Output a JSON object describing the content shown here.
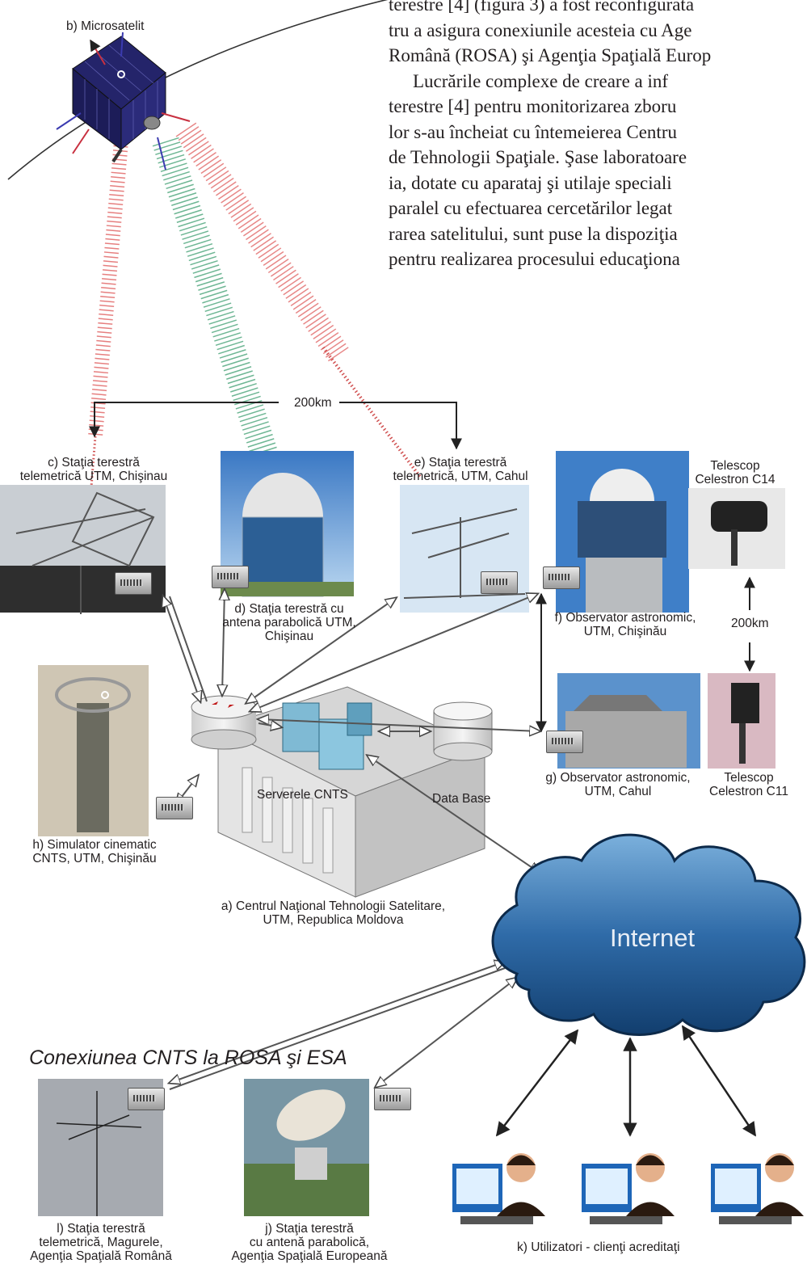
{
  "paragraph": {
    "lines": [
      "terestre [4] (figura 3) a fost reconfigurată",
      "tru a asigura conexiunile acesteia cu Age",
      "Română (ROSA) şi Agenţia Spaţială Europ",
      "Lucrările complexe de creare a inf",
      "terestre [4] pentru monitorizarea zboru",
      "lor s-au încheiat cu întemeierea Centru",
      "de Tehnologii Spaţiale. Şase laboratoare",
      "ia, dotate cu aparataj şi utilaje speciali",
      "paralel cu efectuarea cercetărilor legat",
      "rarea satelitului, sunt puse la dispoziţia",
      "pentru realizarea procesului educaţiona"
    ]
  },
  "labels": {
    "microsatelit": "b) Microsatelit",
    "distance_top": "200km",
    "distance_right": "200km",
    "c": [
      "c) Staţia terestră",
      "telemetrică UTM, Chişinau"
    ],
    "d": [
      "d) Staţia terestră cu",
      "antena parabolică UTM,",
      "Chişinau"
    ],
    "e": [
      "e) Staţia terestră",
      "telemetrică, UTM, Cahul"
    ],
    "f": [
      "f) Observator astronomic,",
      "UTM, Chişinău"
    ],
    "g": [
      "g) Observator astronomic,",
      "UTM, Cahul"
    ],
    "tel14": [
      "Telescop",
      "Celestron C14"
    ],
    "tel11": [
      "Telescop",
      "Celestron C11"
    ],
    "h": [
      "h) Simulator cinematic",
      "CNTS, UTM, Chişinău"
    ],
    "servers": "Serverele CNTS",
    "database": "Data Base",
    "a": [
      "a) Centrul Naţional Tehnologii Satelitare,",
      "UTM, Republica Moldova"
    ],
    "internet": "Internet",
    "rosa_esa": "Conexiunea CNTS la ROSA şi ESA",
    "l": [
      "l) Staţia terestră",
      "telemetrică, Magurele,",
      "Agenţia Spaţială Română"
    ],
    "j": [
      "j) Staţia terestră",
      "cu antenă parabolică,",
      "Agenţia Spaţială Europeană"
    ],
    "k": "k) Utilizatori - clienţi acreditaţi"
  }
}
